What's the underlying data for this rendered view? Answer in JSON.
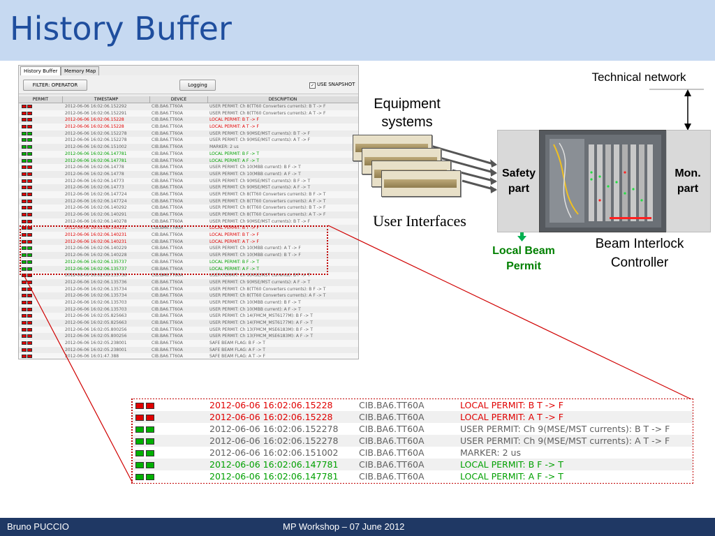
{
  "slide": {
    "title": "History Buffer",
    "footer_left": "Bruno PUCCIO",
    "footer_right": "MP Workshop   –  07 June 2012"
  },
  "app": {
    "tabs": [
      "History Buffer",
      "Memory Map"
    ],
    "filter_button": "FILTER: OPERATOR",
    "logging_button": "Logging",
    "snapshot_label": "USE SNAPSHOT",
    "snapshot_checked": true,
    "columns": [
      "PERMIT",
      "TIMESTAMP",
      "DEVICE",
      "DESCRIPTION"
    ],
    "rows": [
      {
        "f": "red",
        "ts": "2012-06-06 16:02:06.152292",
        "dev": "CIB.BA6.TT60A",
        "desc": "USER PERMIT: Ch 8(TT60 Converters currents): B T -> F",
        "c": "grey"
      },
      {
        "f": "red",
        "ts": "2012-06-06 16:02:06.152291",
        "dev": "CIB.BA6.TT60A",
        "desc": "USER PERMIT: Ch 8(TT60 Converters currents): A T -> F",
        "c": "grey"
      },
      {
        "f": "red",
        "ts": "2012-06-06 16:02:06.15228",
        "dev": "CIB.BA6.TT60A",
        "desc": "LOCAL PERMIT: B T -> F",
        "c": "red"
      },
      {
        "f": "red",
        "ts": "2012-06-06 16:02:06.15228",
        "dev": "CIB.BA6.TT60A",
        "desc": "LOCAL PERMIT: A T -> F",
        "c": "red"
      },
      {
        "f": "green",
        "ts": "2012-06-06 16:02:06.152278",
        "dev": "CIB.BA6.TT60A",
        "desc": "USER PERMIT: Ch 9(MSE/MST currents): B T -> F",
        "c": "grey"
      },
      {
        "f": "green",
        "ts": "2012-06-06 16:02:06.152278",
        "dev": "CIB.BA6.TT60A",
        "desc": "USER PERMIT: Ch 9(MSE/MST currents): A T -> F",
        "c": "grey"
      },
      {
        "f": "green",
        "ts": "2012-06-06 16:02:06.151002",
        "dev": "CIB.BA6.TT60A",
        "desc": "MARKER: 2 us",
        "c": "grey"
      },
      {
        "f": "green",
        "ts": "2012-06-06 16:02:06.147781",
        "dev": "CIB.BA6.TT60A",
        "desc": "LOCAL PERMIT: B F -> T",
        "c": "green"
      },
      {
        "f": "green",
        "ts": "2012-06-06 16:02:06.147781",
        "dev": "CIB.BA6.TT60A",
        "desc": "LOCAL PERMIT: A F -> T",
        "c": "green"
      },
      {
        "f": "red",
        "ts": "2012-06-06 16:02:06.14778",
        "dev": "CIB.BA6.TT60A",
        "desc": "USER PERMIT: Ch 10(MBB current): B F -> T",
        "c": "grey"
      },
      {
        "f": "red",
        "ts": "2012-06-06 16:02:06.14778",
        "dev": "CIB.BA6.TT60A",
        "desc": "USER PERMIT: Ch 10(MBB current): A F -> T",
        "c": "grey"
      },
      {
        "f": "red",
        "ts": "2012-06-06 16:02:06.14773",
        "dev": "CIB.BA6.TT60A",
        "desc": "USER PERMIT: Ch 9(MSE/MST currents): B F -> T",
        "c": "grey"
      },
      {
        "f": "red",
        "ts": "2012-06-06 16:02:06.14773",
        "dev": "CIB.BA6.TT60A",
        "desc": "USER PERMIT: Ch 9(MSE/MST currents): A F -> T",
        "c": "grey"
      },
      {
        "f": "red",
        "ts": "2012-06-06 16:02:06.147724",
        "dev": "CIB.BA6.TT60A",
        "desc": "USER PERMIT: Ch 8(TT60 Converters currents): B F -> T",
        "c": "grey"
      },
      {
        "f": "red",
        "ts": "2012-06-06 16:02:06.147724",
        "dev": "CIB.BA6.TT60A",
        "desc": "USER PERMIT: Ch 8(TT60 Converters currents): A F -> T",
        "c": "grey"
      },
      {
        "f": "red",
        "ts": "2012-06-06 16:02:06.140292",
        "dev": "CIB.BA6.TT60A",
        "desc": "USER PERMIT: Ch 8(TT60 Converters currents): B T -> F",
        "c": "grey"
      },
      {
        "f": "red",
        "ts": "2012-06-06 16:02:06.140291",
        "dev": "CIB.BA6.TT60A",
        "desc": "USER PERMIT: Ch 8(TT60 Converters currents): A T -> F",
        "c": "grey"
      },
      {
        "f": "red",
        "ts": "2012-06-06 16:02:06.140278",
        "dev": "CIB.BA6.TT60A",
        "desc": "USER PERMIT: Ch 9(MSE/MST currents): B T -> F",
        "c": "grey"
      },
      {
        "f": "red",
        "ts": "2012-06-06 16:02:06.140231",
        "dev": "CIB.BA6.TT60A",
        "desc": "LOCAL PERMIT: B T -> F",
        "c": "red"
      },
      {
        "f": "red",
        "ts": "2012-06-06 16:02:06.140231",
        "dev": "CIB.BA6.TT60A",
        "desc": "LOCAL PERMIT: B T -> F",
        "c": "red"
      },
      {
        "f": "red",
        "ts": "2012-06-06 16:02:06.140231",
        "dev": "CIB.BA6.TT60A",
        "desc": "LOCAL PERMIT: A T -> F",
        "c": "red"
      },
      {
        "f": "green",
        "ts": "2012-06-06 16:02:06.140229",
        "dev": "CIB.BA6.TT60A",
        "desc": "USER PERMIT: Ch 10(MBB current): A T -> F",
        "c": "grey"
      },
      {
        "f": "green",
        "ts": "2012-06-06 16:02:06.140228",
        "dev": "CIB.BA6.TT60A",
        "desc": "USER PERMIT: Ch 10(MBB current): B T -> F",
        "c": "grey"
      },
      {
        "f": "green",
        "ts": "2012-06-06 16:02:06.135737",
        "dev": "CIB.BA6.TT60A",
        "desc": "LOCAL PERMIT: B F -> T",
        "c": "green"
      },
      {
        "f": "green",
        "ts": "2012-06-06 16:02:06.135737",
        "dev": "CIB.BA6.TT60A",
        "desc": "LOCAL PERMIT: A F -> T",
        "c": "green"
      },
      {
        "f": "red",
        "ts": "2012-06-06 16:02:06.135736",
        "dev": "CIB.BA6.TT60A",
        "desc": "USER PERMIT: Ch 9(MSE/MST currents): B F -> T",
        "c": "grey"
      },
      {
        "f": "red",
        "ts": "2012-06-06 16:02:06.135736",
        "dev": "CIB.BA6.TT60A",
        "desc": "USER PERMIT: Ch 9(MSE/MST currents): A F -> T",
        "c": "grey"
      },
      {
        "f": "red",
        "ts": "2012-06-06 16:02:06.135734",
        "dev": "CIB.BA6.TT60A",
        "desc": "USER PERMIT: Ch 8(TT60 Converters currents): B F -> T",
        "c": "grey"
      },
      {
        "f": "red",
        "ts": "2012-06-06 16:02:06.135734",
        "dev": "CIB.BA6.TT60A",
        "desc": "USER PERMIT: Ch 8(TT60 Converters currents): A F -> T",
        "c": "grey"
      },
      {
        "f": "red",
        "ts": "2012-06-06 16:02:06.135703",
        "dev": "CIB.BA6.TT60A",
        "desc": "USER PERMIT: Ch 10(MBB current): B F -> T",
        "c": "grey"
      },
      {
        "f": "red",
        "ts": "2012-06-06 16:02:06.135703",
        "dev": "CIB.BA6.TT60A",
        "desc": "USER PERMIT: Ch 10(MBB current): A F -> T",
        "c": "grey"
      },
      {
        "f": "red",
        "ts": "2012-06-06 16:02:05.825663",
        "dev": "CIB.BA6.TT60A",
        "desc": "USER PERMIT: Ch 14(FMCM_MST6177M): B F -> T",
        "c": "grey"
      },
      {
        "f": "red",
        "ts": "2012-06-06 16:02:05.825663",
        "dev": "CIB.BA6.TT60A",
        "desc": "USER PERMIT: Ch 14(FMCM_MST6177M): A F -> T",
        "c": "grey"
      },
      {
        "f": "red",
        "ts": "2012-06-06 16:02:05.800256",
        "dev": "CIB.BA6.TT60A",
        "desc": "USER PERMIT: Ch 13(FMCM_MSE6183M): B F -> T",
        "c": "grey"
      },
      {
        "f": "red",
        "ts": "2012-06-06 16:02:05.800256",
        "dev": "CIB.BA6.TT60A",
        "desc": "USER PERMIT: Ch 13(FMCM_MSE6183M): A F -> T",
        "c": "grey"
      },
      {
        "f": "red",
        "ts": "2012-06-06 16:02:05.238001",
        "dev": "CIB.BA6.TT60A",
        "desc": "SAFE BEAM FLAG: B F -> T",
        "c": "grey"
      },
      {
        "f": "red",
        "ts": "2012-06-06 16:02:05.238001",
        "dev": "CIB.BA6.TT60A",
        "desc": "SAFE BEAM FLAG: A F -> T",
        "c": "grey"
      },
      {
        "f": "red",
        "ts": "2012-06-06 16:01:47.388",
        "dev": "CIB.BA6.TT60A",
        "desc": "SAFE BEAM FLAG: A T -> F",
        "c": "grey"
      }
    ]
  },
  "zoom_rows": [
    {
      "f": "red",
      "ts": "2012-06-06 16:02:06.15228",
      "dev": "CIB.BA6.TT60A",
      "desc": "LOCAL PERMIT: B T -> F",
      "c": "red"
    },
    {
      "f": "red",
      "ts": "2012-06-06 16:02:06.15228",
      "dev": "CIB.BA6.TT60A",
      "desc": "LOCAL PERMIT: A T -> F",
      "c": "red"
    },
    {
      "f": "green",
      "ts": "2012-06-06 16:02:06.152278",
      "dev": "CIB.BA6.TT60A",
      "desc": "USER PERMIT: Ch 9(MSE/MST currents): B T -> F",
      "c": "grey"
    },
    {
      "f": "green",
      "ts": "2012-06-06 16:02:06.152278",
      "dev": "CIB.BA6.TT60A",
      "desc": "USER PERMIT: Ch 9(MSE/MST currents): A T -> F",
      "c": "grey"
    },
    {
      "f": "green",
      "ts": "2012-06-06 16:02:06.151002",
      "dev": "CIB.BA6.TT60A",
      "desc": "MARKER: 2 us",
      "c": "grey"
    },
    {
      "f": "green",
      "ts": "2012-06-06 16:02:06.147781",
      "dev": "CIB.BA6.TT60A",
      "desc": "LOCAL PERMIT: B F -> T",
      "c": "green"
    },
    {
      "f": "green",
      "ts": "2012-06-06 16:02:06.147781",
      "dev": "CIB.BA6.TT60A",
      "desc": "LOCAL PERMIT: A F -> T",
      "c": "green"
    }
  ],
  "diagram": {
    "technical_network": "Technical network",
    "equipment_systems": "Equipment systems",
    "user_interfaces": "User Interfaces",
    "safety_part": "Safety part",
    "mon_part": "Mon. part",
    "local_beam_permit": "Local Beam Permit",
    "controller": "Beam Interlock Controller"
  },
  "colors": {
    "header_bg": "#c6d9f1",
    "title": "#1f4e9e",
    "footer_bg": "#1f3864",
    "highlight": "#c00000",
    "flag_red": "#e00000",
    "flag_green": "#00b000",
    "local_beam_permit": "#008000"
  }
}
